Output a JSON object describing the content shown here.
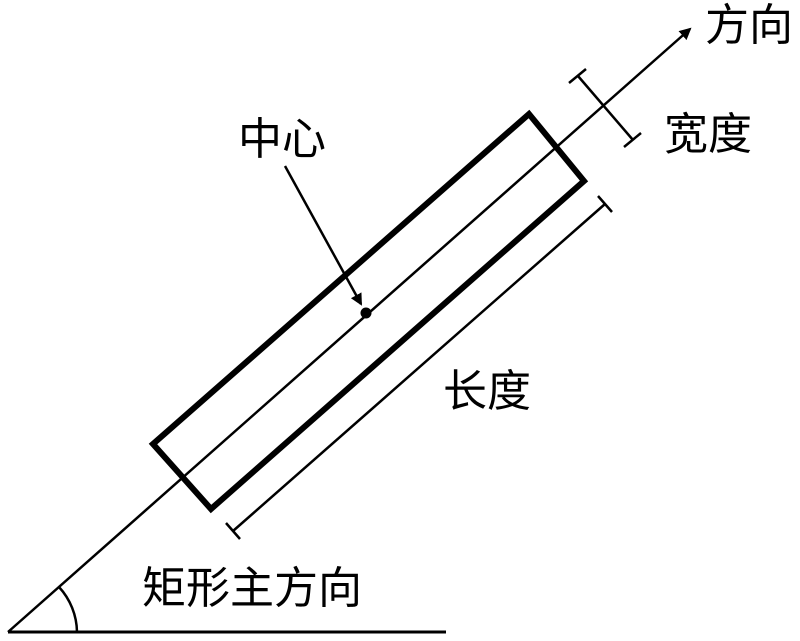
{
  "labels": {
    "direction": "方向",
    "width": "宽度",
    "center": "中心",
    "length": "长度",
    "main_direction": "矩形主方向"
  },
  "colors": {
    "stroke": "#000000",
    "background": "#ffffff"
  }
}
